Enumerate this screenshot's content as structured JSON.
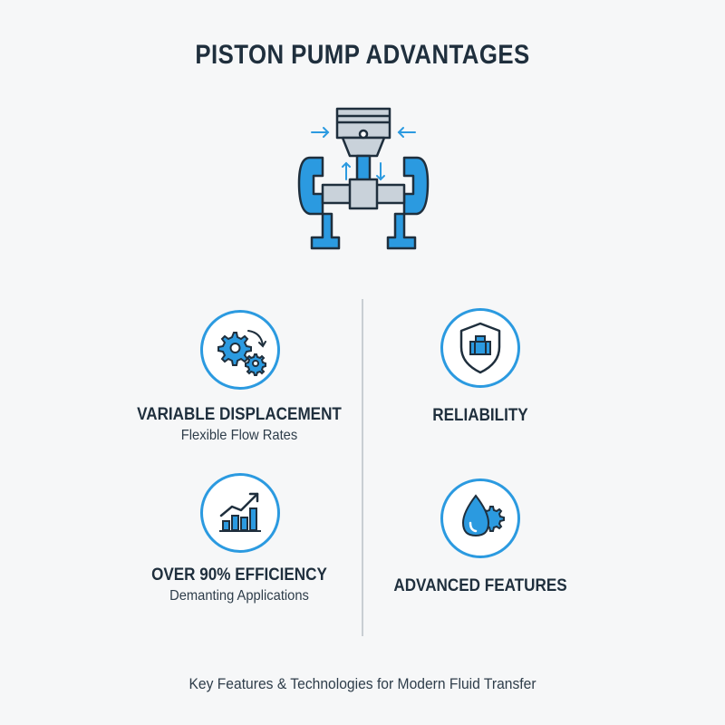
{
  "title": "PISTON PUMP ADVANTAGES",
  "features": {
    "variable_displacement": {
      "label": "VARIABLE DISPLACEMENT",
      "sub": "Flexible Flow Rates",
      "icon": "gears-rotation-icon"
    },
    "reliability": {
      "label": "RELIABILITY",
      "icon": "shield-valve-icon"
    },
    "efficiency": {
      "label": "OVER 90% EFFICIENCY",
      "sub": "Demanting Applications",
      "icon": "growth-chart-icon"
    },
    "advanced_features": {
      "label": "ADVANCED FEATURES",
      "icon": "droplet-gear-icon"
    }
  },
  "footer": "Key Features & Technologies for Modern Fluid Transfer",
  "colors": {
    "accent": "#2b9ae0",
    "dark": "#1f2f3d",
    "gray": "#c9d2da"
  }
}
